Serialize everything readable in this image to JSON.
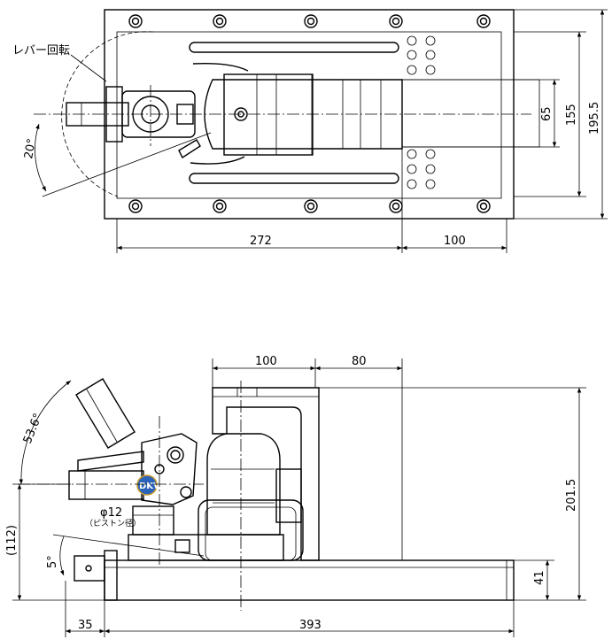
{
  "top_view": {
    "rotation_label": "レバー回転",
    "angle": "20°",
    "dim_length": "272",
    "dim_tail": "100",
    "dim_65": "65",
    "dim_155": "155",
    "dim_195_5": "195.5"
  },
  "side_view": {
    "dim_100": "100",
    "dim_80": "80",
    "angle_lever": "53.6°",
    "dim_112": "(112)",
    "angle_base": "5°",
    "piston_dia": "φ12",
    "piston_note": "（ピストン径）",
    "dim_201_5": "201.5",
    "dim_41": "41",
    "dim_35": "35",
    "dim_393": "393",
    "logo": "DKV"
  }
}
